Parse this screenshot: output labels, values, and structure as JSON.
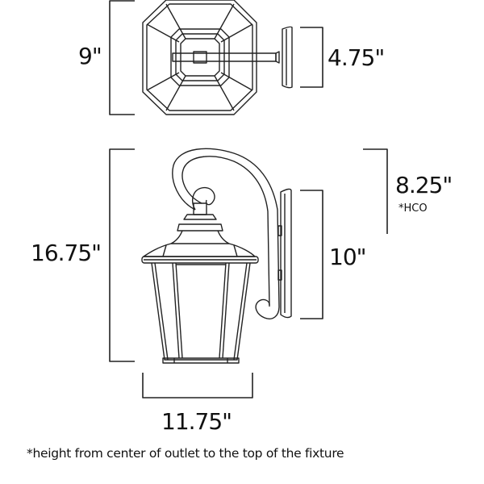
{
  "top_view": {
    "width_label": "9\"",
    "backplate_label": "4.75\""
  },
  "side_view": {
    "height_label": "16.75\"",
    "hco_label": "8.25\"",
    "hco_note": "*HCO",
    "backplate_height_label": "10\"",
    "width_label": "11.75\""
  },
  "footnote": "*height from center of outlet to the top of the fixture",
  "colors": {
    "line": "#222222",
    "background": "#ffffff"
  }
}
